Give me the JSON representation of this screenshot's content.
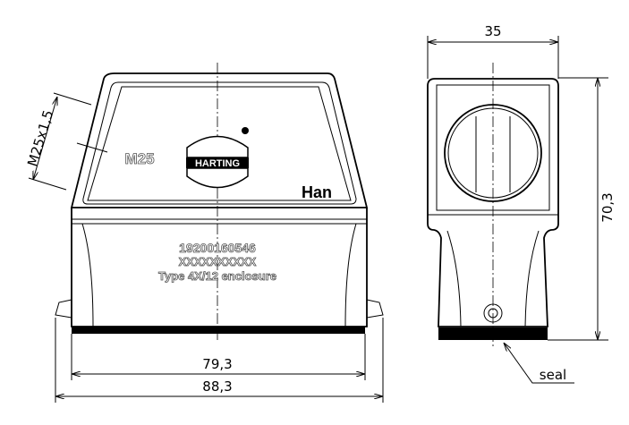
{
  "front_view": {
    "thread_label": "M25x1,5",
    "embossed_thread": "M25",
    "logo_text": "HARTING",
    "brand": "Han",
    "part_number": "19200160546",
    "code": "XXXXXXXXXX",
    "type_text": "Type 4X/12 enclosure",
    "dim_inner_width": "79,3",
    "dim_outer_width": "88,3"
  },
  "side_view": {
    "dim_width": "35",
    "dim_height": "70,3",
    "seal_label": "seal"
  }
}
